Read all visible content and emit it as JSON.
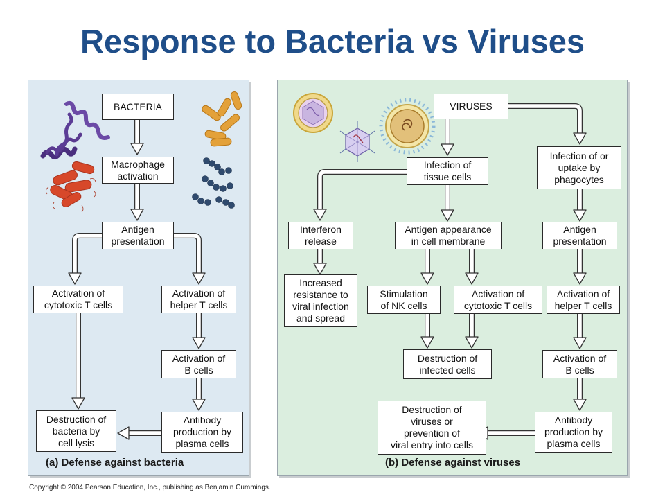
{
  "title": "Response to Bacteria vs Viruses",
  "copyright": "Copyright © 2004 Pearson Education, Inc., publishing as Benjamin Cummings.",
  "colors": {
    "title": "#1f4e89",
    "panel_a_bg": "#dde9f2",
    "panel_b_bg": "#dbeedf"
  },
  "panel_a": {
    "caption": "(a) Defense against bacteria",
    "nodes": {
      "bacteria": "BACTERIA",
      "macrophage": "Macrophage\nactivation",
      "antigen_pres": "Antigen\npresentation",
      "cytotoxic": "Activation of\ncytotoxic T cells",
      "helper": "Activation of\nhelper T cells",
      "bcells": "Activation of\nB cells",
      "antibody": "Antibody\nproduction by\nplasma cells",
      "destruction": "Destruction of\nbacteria by\ncell lysis"
    },
    "illustrations": [
      "spirochete-bacteria-icon",
      "rod-bacteria-icon",
      "coccus-bacteria-icon"
    ]
  },
  "panel_b": {
    "caption": "(b) Defense against viruses",
    "nodes": {
      "viruses": "VIRUSES",
      "infection_tissue": "Infection of\ntissue cells",
      "infection_phago": "Infection of or\nuptake by\nphagocytes",
      "interferon": "Interferon\nrelease",
      "antigen_membrane": "Antigen appearance\nin cell membrane",
      "antigen_pres": "Antigen\npresentation",
      "resistance": "Increased\nresistance to\nviral infection\nand spread",
      "nk": "Stimulation\nof NK cells",
      "cytotoxic": "Activation of\ncytotoxic T cells",
      "helper": "Activation of\nhelper T cells",
      "destruction_infected": "Destruction of\ninfected cells",
      "bcells": "Activation of\nB cells",
      "antibody": "Antibody\nproduction by\nplasma cells",
      "destruction_viruses": "Destruction of\nviruses or\nprevention of\nviral entry into cells"
    },
    "illustrations": [
      "enveloped-virus-icon",
      "icosahedral-virus-icon",
      "spiked-virus-icon"
    ]
  }
}
